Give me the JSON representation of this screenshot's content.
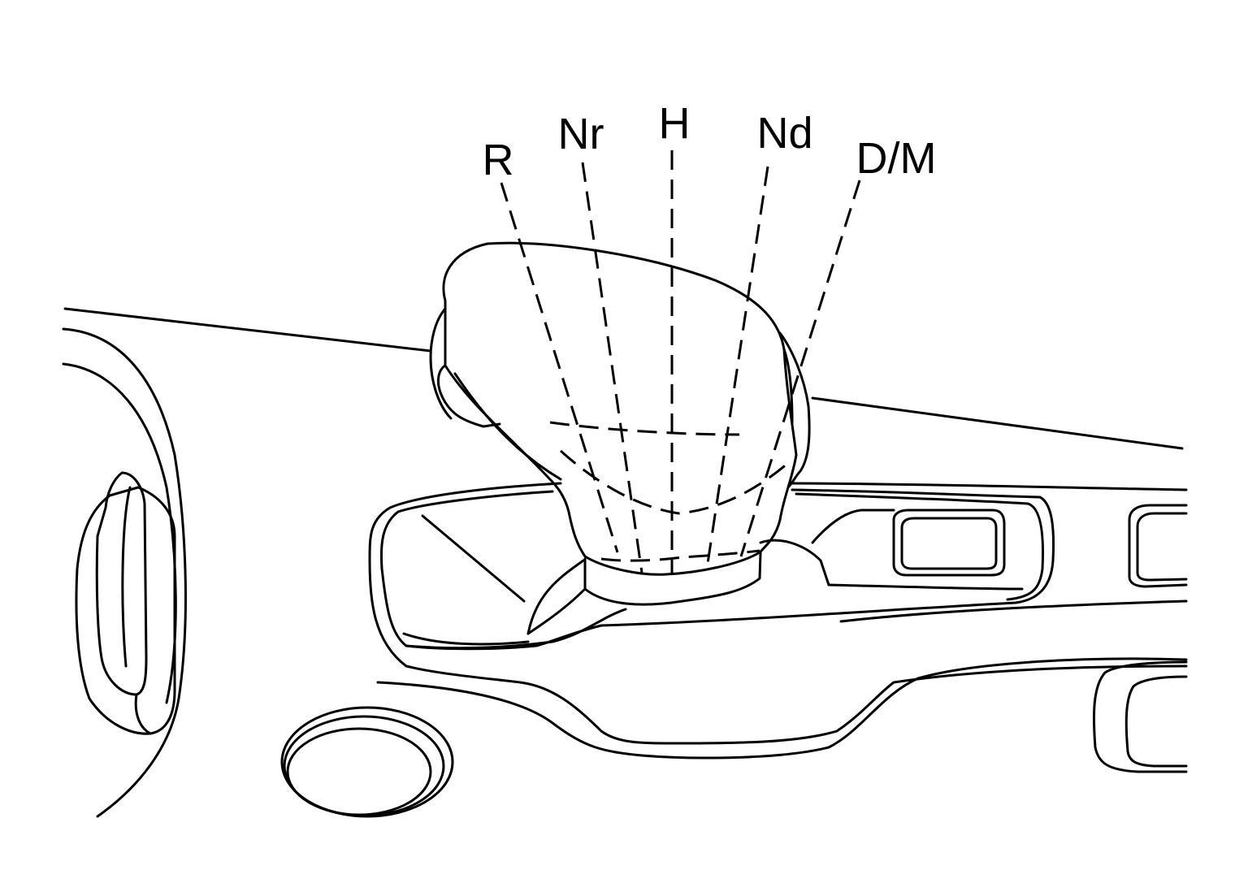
{
  "figure": {
    "line_color": "#000000",
    "background_color": "#ffffff",
    "shift_positions": [
      {
        "id": "R",
        "label": "R"
      },
      {
        "id": "Nr",
        "label": "Nr"
      },
      {
        "id": "H",
        "label": "H"
      },
      {
        "id": "Nd",
        "label": "Nd"
      },
      {
        "id": "DM",
        "label": "D/M"
      }
    ]
  }
}
